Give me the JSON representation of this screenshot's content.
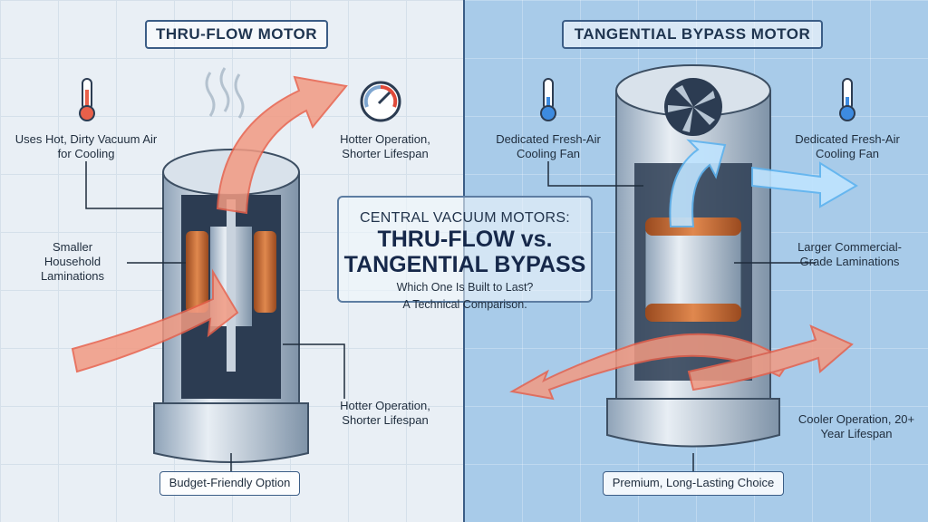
{
  "left": {
    "title": "THRU-FLOW MOTOR",
    "labels": {
      "cooling": "Uses Hot, Dirty Vacuum Air for Cooling",
      "hotter_top": "Hotter Operation, Shorter Lifespan",
      "laminations": "Smaller Household Laminations",
      "hotter_bottom": "Hotter Operation, Shorter Lifespan"
    },
    "footer": "Budget-Friendly Option"
  },
  "right": {
    "title": "TANGENTIAL BYPASS MOTOR",
    "labels": {
      "fan_left": "Dedicated Fresh-Air Cooling Fan",
      "fan_right": "Dedicated Fresh-Air Cooling Fan",
      "laminations": "Larger Commercial-Grade Laminations",
      "cooler": "Cooler Operation, 20+ Year Lifespan"
    },
    "footer": "Premium, Long-Lasting Choice"
  },
  "center": {
    "overline": "CENTRAL VACUUM MOTORS:",
    "headline_1": "THRU-FLOW vs.",
    "headline_2": "TANGENTIAL BYPASS",
    "subtitle_1": "Which One Is Built to Last?",
    "subtitle_2": "A Technical Comparison."
  },
  "colors": {
    "hot": "#e8604a",
    "cool": "#5fb4f0",
    "navy": "#1f3550"
  }
}
